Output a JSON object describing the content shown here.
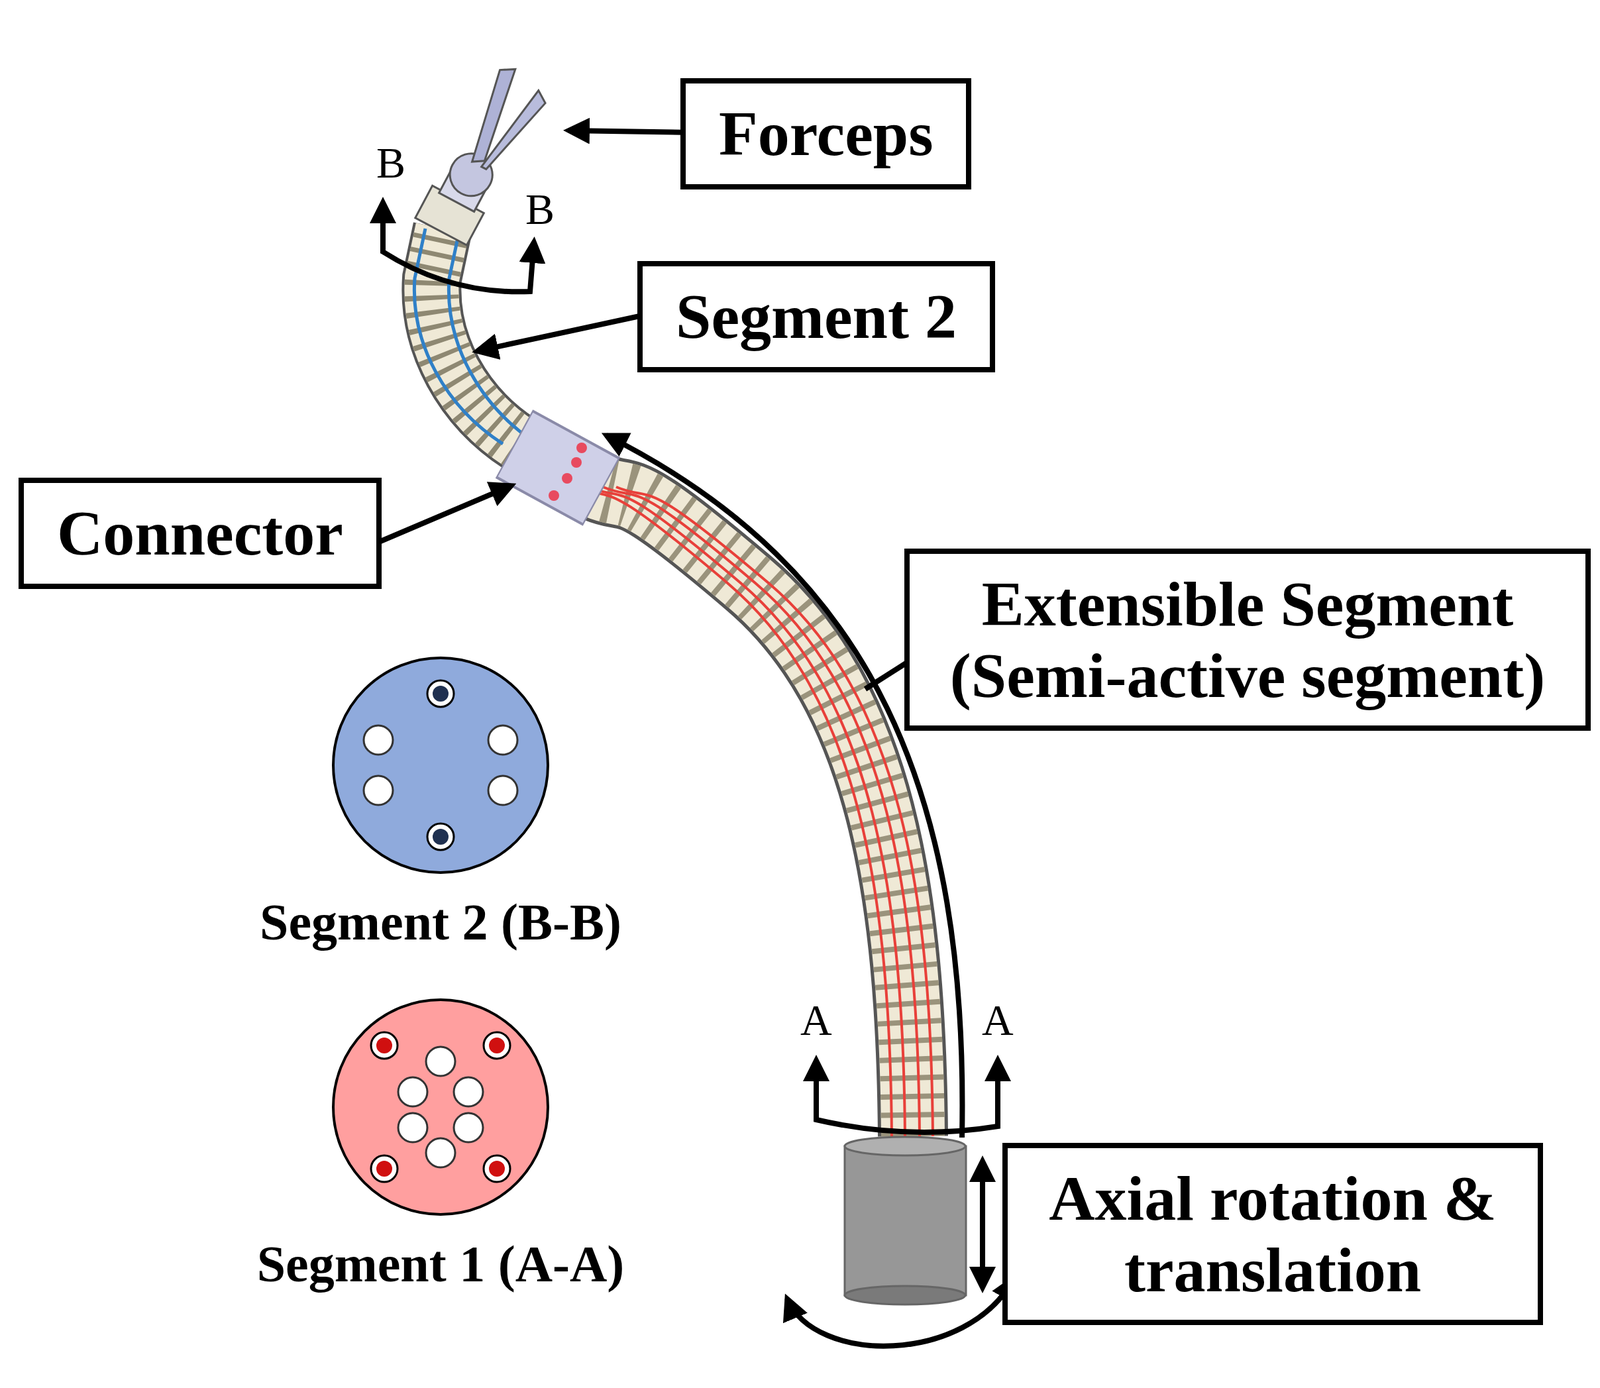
{
  "diagram": {
    "nodes": [
      {
        "text": [
          "Forceps"
        ]
      },
      {
        "text": [
          "Segment 2"
        ]
      },
      {
        "text": [
          "Connector"
        ]
      },
      {
        "text": [
          "Extensible Segment (Semi-active segment)"
        ]
      },
      {
        "text": [
          "Segment 2 (B-B)"
        ]
      },
      {
        "text": [
          "Segment 1 (A-A)"
        ]
      },
      {
        "text": [
          "Axial rotation & translation"
        ]
      }
    ],
    "labels": [
      "B",
      "B",
      "A",
      "A"
    ]
  }
}
